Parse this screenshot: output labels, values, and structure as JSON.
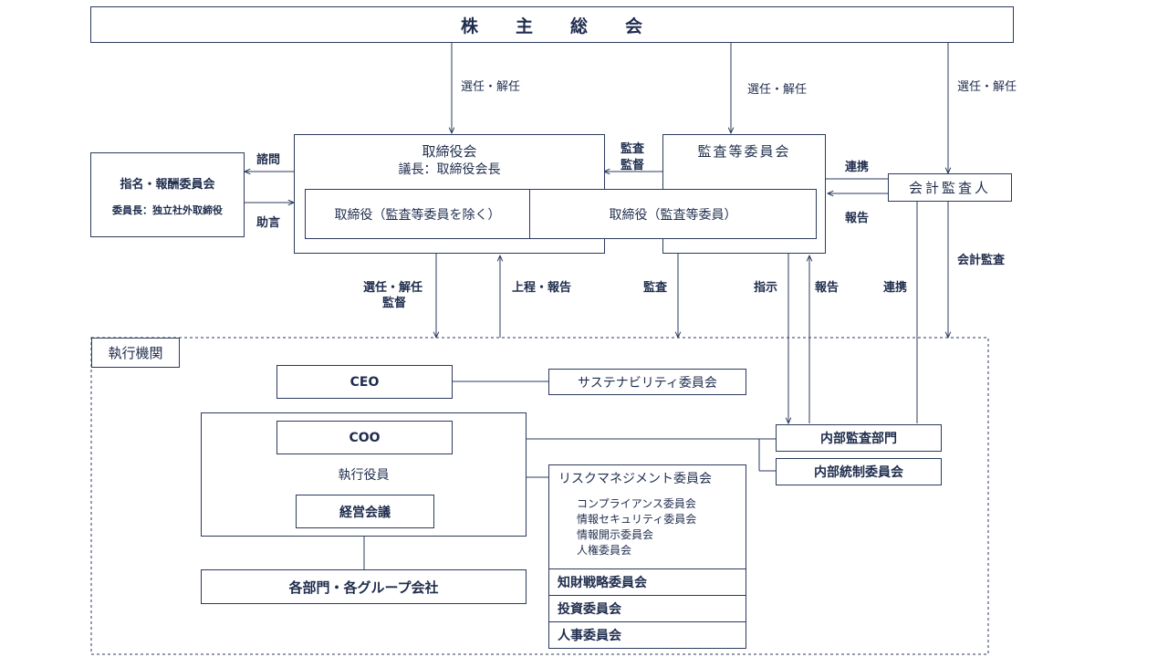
{
  "shareholders": "株　　主　　総　　会",
  "board": {
    "title": "取締役会",
    "chair": "議長：取締役会長",
    "directors": "取締役（監査等委員を除く）",
    "audit_directors": "取締役（監査等委員）"
  },
  "audit_committee": "監査等委員会",
  "auditor": "会計監査人",
  "nomination": {
    "title": "指名・報酬委員会",
    "chair": "委員長：独立社外取締役"
  },
  "labels": {
    "elect1": "選任・解任",
    "elect2": "選任・解任",
    "elect3": "選任・解任",
    "consult": "諮問",
    "advice": "助言",
    "audit_supervise_1": "監査",
    "audit_supervise_2": "監督",
    "cooperation_top": "連携",
    "report_top": "報告",
    "elect_supervise_1": "選任・解任",
    "elect_supervise_2": "監督",
    "submit_report": "上程・報告",
    "audit": "監査",
    "instruct": "指示",
    "report": "報告",
    "cooperation": "連携",
    "accounting_audit": "会計監査"
  },
  "exec": {
    "title": "執行機関",
    "ceo": "CEO",
    "coo": "COO",
    "officers": "執行役員",
    "mgmt": "経営会議",
    "depts": "各部門・各グループ会社",
    "sustain": "サステナビリティ委員会",
    "internal_audit": "内部監査部門",
    "internal_control": "内部統制委員会",
    "risk": "リスクマネジメント委員会",
    "risk_sub": [
      "コンプライアンス委員会",
      "情報セキュリティ委員会",
      "情報開示委員会",
      "人権委員会"
    ],
    "ip": "知財戦略委員会",
    "invest": "投資委員会",
    "hr": "人事委員会"
  }
}
